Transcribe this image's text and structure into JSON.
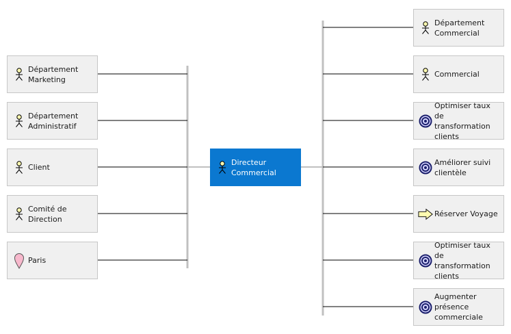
{
  "center": {
    "label_line1": "Directeur",
    "label_line2": "Commercial",
    "icon": "actor-icon"
  },
  "left_nodes": [
    {
      "line1": "Département",
      "line2": "Marketing",
      "icon": "actor-icon"
    },
    {
      "line1": "Département",
      "line2": "Administratif",
      "icon": "actor-icon"
    },
    {
      "line1": "Client",
      "line2": "",
      "icon": "actor-icon"
    },
    {
      "line1": "Comité de",
      "line2": "Direction",
      "icon": "actor-icon"
    },
    {
      "line1": "Paris",
      "line2": "",
      "icon": "location-pin-icon"
    }
  ],
  "right_nodes": [
    {
      "line1": "Département",
      "line2": "Commercial",
      "line3": "",
      "icon": "actor-icon"
    },
    {
      "line1": "Commercial",
      "line2": "",
      "line3": "",
      "icon": "actor-icon"
    },
    {
      "line1": "Optimiser taux de",
      "line2": "transformation",
      "line3": "clients",
      "icon": "goal-icon"
    },
    {
      "line1": "Améliorer suivi",
      "line2": "clientèle",
      "line3": "",
      "icon": "goal-icon"
    },
    {
      "line1": "Réserver Voyage",
      "line2": "",
      "line3": "",
      "icon": "process-arrow-icon"
    },
    {
      "line1": "Optimiser taux de",
      "line2": "transformation",
      "line3": "clients",
      "icon": "goal-icon"
    },
    {
      "line1": "Augmenter",
      "line2": "présence",
      "line3": "commerciale",
      "icon": "goal-icon"
    }
  ],
  "colors": {
    "center_fill": "#0b78d0",
    "node_fill": "#f0f0f0",
    "node_border": "#c6c6c6",
    "bus": "#c0c0c0",
    "connector": "#000000",
    "actor_fill": "#fffbb0",
    "pin_fill": "#f7b8cc",
    "goal_ring": "#1b1f6b",
    "goal_fill": "#d6d6ff",
    "arrow_fill": "#fffbb0"
  }
}
